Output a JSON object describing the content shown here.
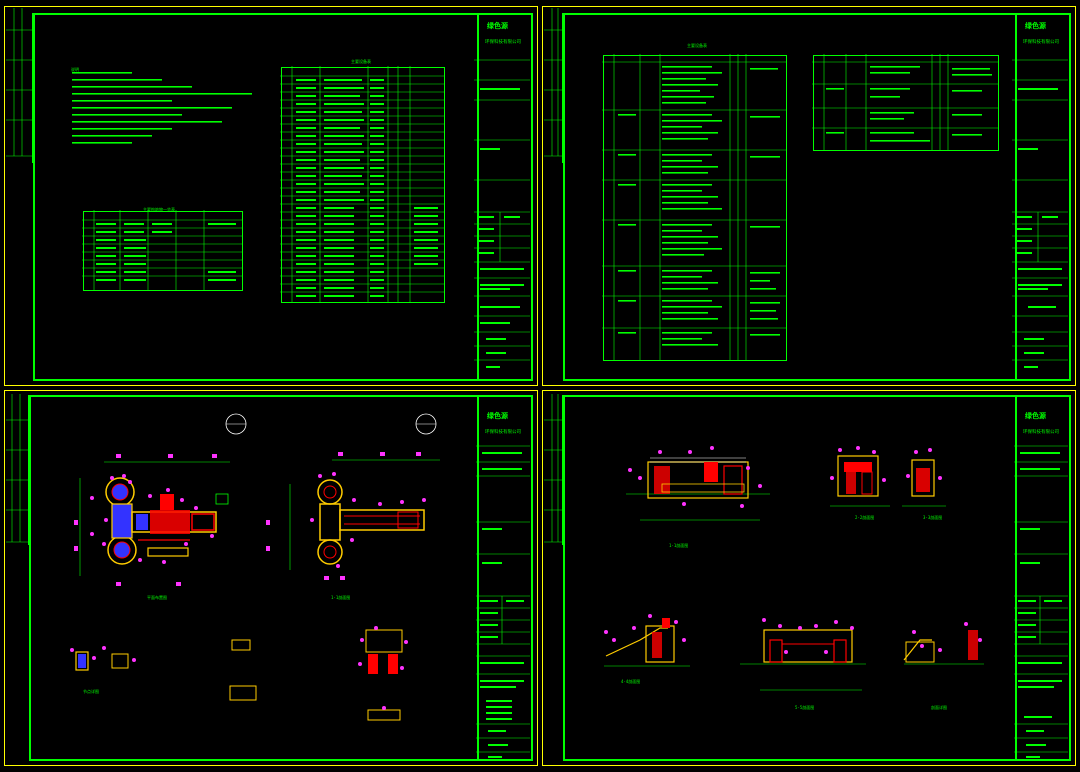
{
  "sheets": [
    {
      "id": "sheet-1",
      "logo": "绿色源",
      "company": "环保科技有限公司",
      "table_title": "主要设备表",
      "notes_title": "说明",
      "sub_table_title": "主要构筑物一览表"
    },
    {
      "id": "sheet-2",
      "logo": "绿色源",
      "company": "环保科技有限公司",
      "table_title": "主要设备表"
    },
    {
      "id": "sheet-3",
      "logo": "绿色源",
      "company": "环保科技有限公司",
      "caption_a": "平面布置图",
      "caption_b": "1-1剖面图",
      "caption_c": "节点详图"
    },
    {
      "id": "sheet-4",
      "logo": "绿色源",
      "company": "环保科技有限公司",
      "caption_a": "1-1剖面图",
      "caption_b": "2-2剖面图",
      "caption_c": "3-3剖面图",
      "caption_d": "4-4剖面图",
      "caption_e": "5-5剖面图",
      "caption_f": "剖面详图"
    }
  ],
  "colors": {
    "frame": "#00ff00",
    "border": "#ffff00",
    "dim": "#ff00ff",
    "wall": "#ff0000",
    "aux": "#00ffff"
  }
}
